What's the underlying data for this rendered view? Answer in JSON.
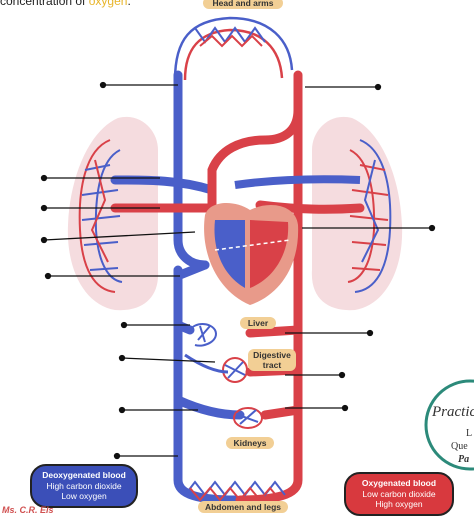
{
  "intro_text": {
    "prefix": "concentration of",
    "highlight": "oxygen",
    "suffix": "."
  },
  "labels": {
    "head_arms": "Head and arms",
    "liver": "Liver",
    "digestive_line1": "Digestive",
    "digestive_line2": "tract",
    "kidneys": "Kidneys",
    "abdomen_legs": "Abdomen and legs"
  },
  "legend": {
    "deoxygenated": {
      "title": "Deoxygenated blood",
      "line1": "High carbon dioxide",
      "line2": "Low oxygen",
      "color": "#3b4fb8"
    },
    "oxygenated": {
      "title": "Oxygenated blood",
      "line1": "Low carbon dioxide",
      "line2": "High oxygen",
      "color": "#d8393e"
    }
  },
  "credit": "Ms. C.R. Els",
  "badge": {
    "line1": "Practic",
    "line2": "L",
    "line3": "Que",
    "line4": "Pa"
  },
  "colors": {
    "vein_blue": "#4a5fc9",
    "artery_red": "#d94148",
    "lung_pink": "#f5dcdf",
    "heart_salmon": "#e89a8a",
    "chip_tan": "#f2cf95",
    "badge_teal": "#2c8a7a"
  }
}
